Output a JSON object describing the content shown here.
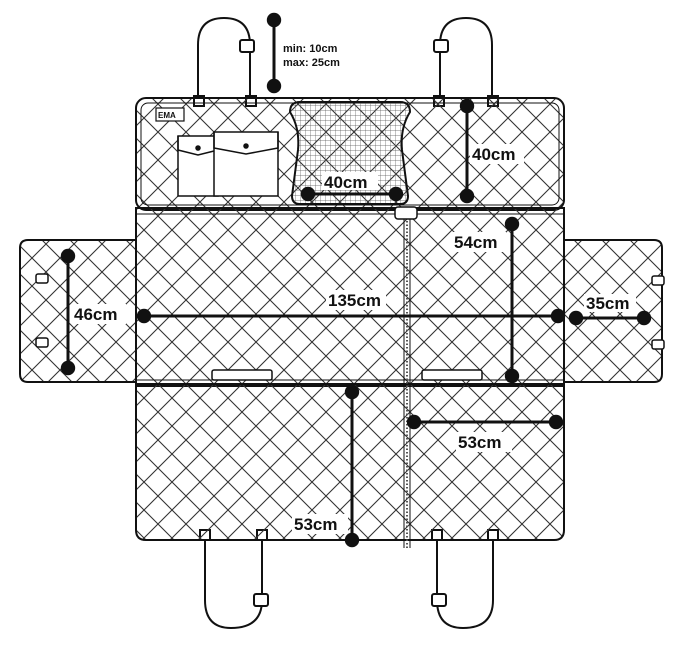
{
  "brand": {
    "logo_text": "EMA"
  },
  "strap_adjust": {
    "min_label": "min: 10cm",
    "max_label": "max: 25cm"
  },
  "dimensions": {
    "headrest_width": "40cm",
    "back_height": "40cm",
    "total_width": "135cm",
    "seat_depth": "54cm",
    "side_flap_height": "46cm",
    "side_flap_width": "35cm",
    "front_flap_width": "53cm",
    "front_flap_height": "53cm"
  },
  "colors": {
    "outline": "#111111",
    "fill": "#ffffff",
    "quilt": "#333333",
    "mesh": "#555555"
  }
}
